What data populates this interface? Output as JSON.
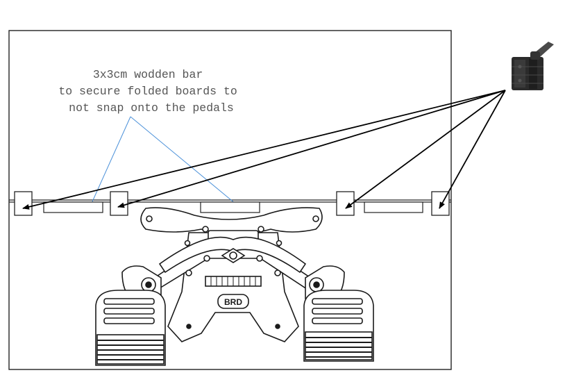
{
  "annotation": {
    "lines": [
      "3x3cm wodden bar",
      "to secure folded boards to",
      "not snap onto the pedals"
    ]
  },
  "pedal_badge": {
    "text": "BRD"
  },
  "colors": {
    "frame": "#222222",
    "leader_blue": "#4a90d9",
    "arrow": "#000000",
    "annotation_text": "#555555",
    "hinge": "#2b2b2b",
    "hinge_lever": "#4a4a4a"
  },
  "icons": {
    "hinge": "hinge-latch-icon"
  }
}
